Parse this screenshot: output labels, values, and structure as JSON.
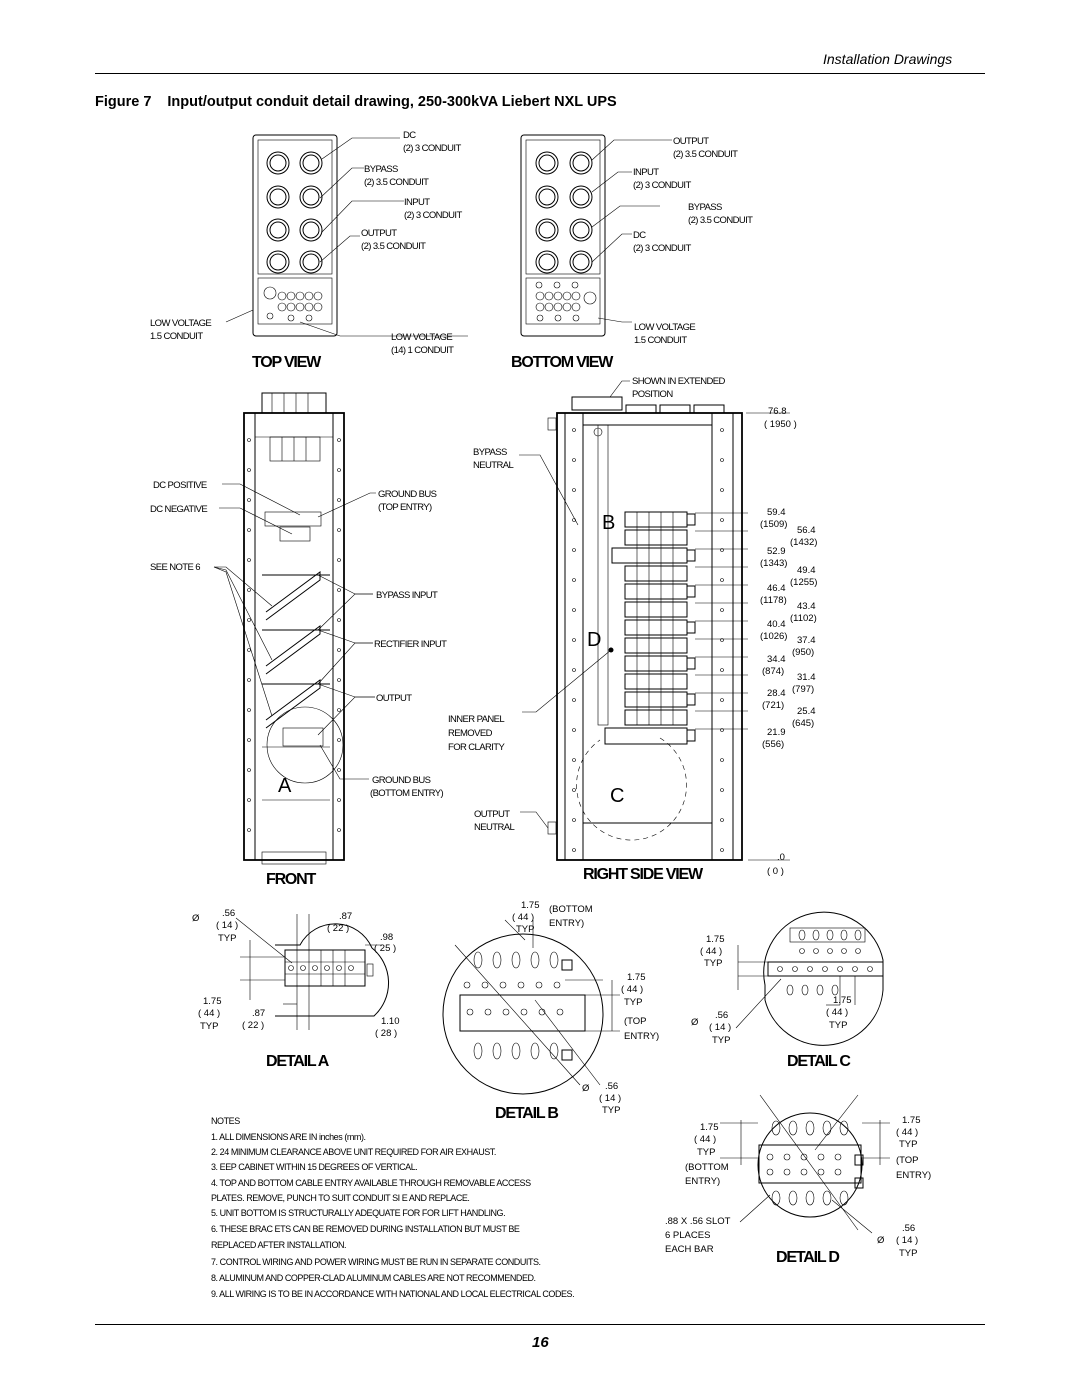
{
  "header": {
    "section": "Installation Drawings"
  },
  "figure": {
    "number": "Figure 7",
    "caption": "Input/output conduit detail drawing, 250-300kVA Liebert NXL UPS"
  },
  "page_number": "16",
  "views": {
    "top": "TOP VIEW",
    "bottom": "BOTTOM VIEW",
    "front": "FRONT",
    "right_side": "RIGHT SIDE VIEW",
    "detail_a": "DETAIL A",
    "detail_b": "DETAIL B",
    "detail_c": "DETAIL C",
    "detail_d": "DETAIL D"
  },
  "top_view": {
    "dc": "DC",
    "dc_conduit": "(2) 3  CONDUIT",
    "bypass": "BYPASS",
    "bypass_conduit": "(2) 3.5  CONDUIT",
    "input": "INPUT",
    "input_conduit": "(2) 3  CONDUIT",
    "output": "OUTPUT",
    "output_conduit": "(2) 3.5  CONDUIT",
    "low_voltage": "LOW VOLTAGE",
    "low_voltage_conduit": "1.5  CONDUIT",
    "low_voltage_14": "LOW VOLTAGE",
    "low_voltage_14_conduit": "(14) 1  CONDUIT"
  },
  "bottom_view": {
    "output": "OUTPUT",
    "output_conduit": "(2) 3.5  CONDUIT",
    "input": "INPUT",
    "input_conduit": "(2) 3  CONDUIT",
    "bypass": "BYPASS",
    "bypass_conduit": "(2) 3.5  CONDUIT",
    "dc": "DC",
    "dc_conduit": "(2) 3  CONDUIT",
    "low_voltage": "LOW VOLTAGE",
    "low_voltage_conduit": "1.5  CONDUIT"
  },
  "front_view": {
    "dc_positive": "DC POSITIVE",
    "dc_negative": "DC NEGATIVE",
    "see_note": "SEE NOTE 6",
    "ground_bus_top": "GROUND BUS",
    "ground_bus_top_sub": "(TOP ENTRY)",
    "bypass_input": "BYPASS INPUT",
    "rectifier_input": "RECTIFIER INPUT",
    "output": "OUTPUT",
    "ground_bus_bottom": "GROUND BUS",
    "ground_bus_bottom_sub": "(BOTTOM ENTRY)",
    "detail_letter": "A"
  },
  "side_view": {
    "shown_extended": "SHOWN IN EXTENDED",
    "position": "POSITION",
    "bypass": "BYPASS",
    "neutral": "NEUTRAL",
    "inner_panel": "INNER PANEL",
    "removed": "REMOVED",
    "for_clarity": "FOR CLARITY",
    "output": "OUTPUT",
    "output_neutral": "NEUTRAL",
    "letter_b": "B",
    "letter_d": "D",
    "letter_c": "C",
    "height_in": "76.8",
    "height_mm": "( 1950 )",
    "zero_in": ".0",
    "zero_mm": "( 0 )",
    "dims_left": [
      {
        "in": "59.4",
        "mm": "(1509)"
      },
      {
        "in": "52.9",
        "mm": "(1343)"
      },
      {
        "in": "46.4",
        "mm": "(1178)"
      },
      {
        "in": "40.4",
        "mm": "(1026)"
      },
      {
        "in": "34.4",
        "mm": "(874)"
      },
      {
        "in": "28.4",
        "mm": "(721)"
      },
      {
        "in": "21.9",
        "mm": "(556)"
      }
    ],
    "dims_right": [
      {
        "in": "56.4",
        "mm": "(1432)"
      },
      {
        "in": "49.4",
        "mm": "(1255)"
      },
      {
        "in": "43.4",
        "mm": "(1102)"
      },
      {
        "in": "37.4",
        "mm": "(950)"
      },
      {
        "in": "31.4",
        "mm": "(797)"
      },
      {
        "in": "25.4",
        "mm": "(645)"
      }
    ]
  },
  "detail_a": {
    "dia_sym": "Ø",
    "hole_in": ".56",
    "hole_mm": "( 14 )",
    "typ": "TYP",
    "top_in": ".87",
    "top_mm": "( 22 )",
    "side_in": ".98",
    "side_mm": "( 25 )",
    "left_in": "1.75",
    "left_mm": "( 44 )",
    "left_typ": "TYP",
    "bottom_in": ".87",
    "bottom_mm": "( 22 )",
    "right_in": "1.10",
    "right_mm": "( 28 )"
  },
  "detail_b": {
    "top_in": "1.75",
    "top_mm": "( 44 )",
    "top_typ": "TYP",
    "top_note": "(BOTTOM",
    "top_note2": "ENTRY)",
    "right_in": "1.75",
    "right_mm": "( 44 )",
    "right_typ": "TYP",
    "right_note": "(TOP",
    "right_note2": "ENTRY)",
    "dia_sym": "Ø",
    "hole_in": ".56",
    "hole_mm": "( 14 )",
    "hole_typ": "TYP"
  },
  "detail_c": {
    "top_in": "1.75",
    "top_mm": "( 44 )",
    "top_typ": "TYP",
    "right_in": "1.75",
    "right_mm": "( 44 )",
    "right_typ": "TYP",
    "dia_sym": "Ø",
    "hole_in": ".56",
    "hole_mm": "( 14 )",
    "hole_typ": "TYP"
  },
  "detail_d": {
    "left_in": "1.75",
    "left_mm": "( 44 )",
    "left_typ": "TYP",
    "left_note": "(BOTTOM",
    "left_note2": "ENTRY)",
    "right_in": "1.75",
    "right_mm": "( 44 )",
    "right_typ": "TYP",
    "right_note": "(TOP",
    "right_note2": "ENTRY)",
    "slot1": ".88 X .56 SLOT",
    "slot2": "6 PLACES",
    "slot3": "EACH BAR",
    "dia_sym": "Ø",
    "hole_in": ".56",
    "hole_mm": "( 14 )",
    "hole_typ": "TYP"
  },
  "notes": {
    "title": "NOTES",
    "items": [
      "1. ALL DIMENSIONS ARE IN inches (mm).",
      "2. 24  MINIMUM CLEARANCE ABOVE UNIT REQUIRED FOR AIR EXHAUST.",
      "3.   EEP CABINET WITHIN 15 DEGREES OF VERTICAL.",
      "4. TOP AND BOTTOM CABLE ENTRY AVAILABLE THROUGH REMOVABLE ACCESS",
      "PLATES.  REMOVE, PUNCH TO SUIT CONDUIT SI  E AND REPLACE.",
      "5. UNIT BOTTOM IS STRUCTURALLY ADEQUATE FOR FOR  LIFT HANDLING.",
      "6. THESE BRAC  ETS CAN BE REMOVED DURING INSTALLATION BUT MUST BE",
      "REPLACED AFTER INSTALLATION.",
      "7. CONTROL WIRING AND POWER WIRING MUST BE RUN IN SEPARATE CONDUITS.",
      "8. ALUMINUM AND COPPER-CLAD ALUMINUM CABLES ARE NOT RECOMMENDED.",
      "9. ALL WIRING IS TO BE IN ACCORDANCE WITH NATIONAL AND LOCAL ELECTRICAL CODES."
    ]
  }
}
